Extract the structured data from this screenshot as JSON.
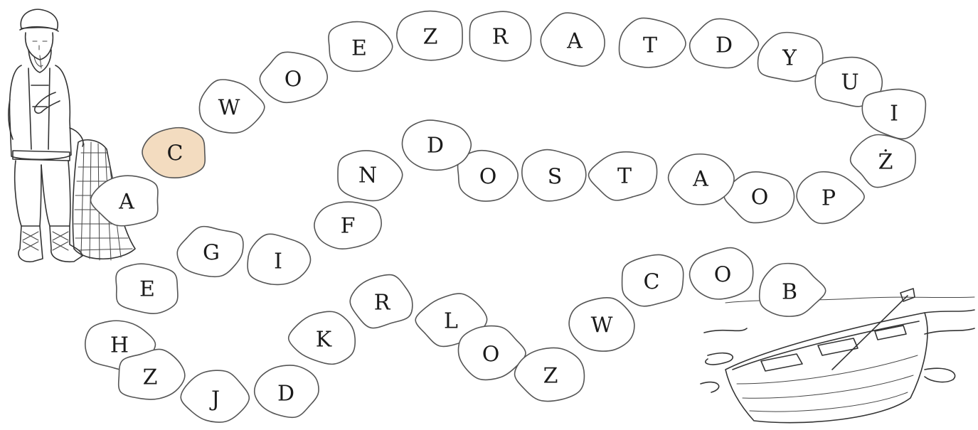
{
  "colors": {
    "stone_fill": "#ffffff",
    "stone_stroke": "#555555",
    "highlight_fill": "#f3dcc0",
    "letter": "#1a1a1a"
  },
  "illustrations": {
    "left": "fisherman-with-net",
    "right": "rowboat-on-water"
  },
  "path": {
    "stones": [
      {
        "letter": "A"
      },
      {
        "letter": "C",
        "highlighted": true
      },
      {
        "letter": "W"
      },
      {
        "letter": "O"
      },
      {
        "letter": "E"
      },
      {
        "letter": "Z"
      },
      {
        "letter": "R"
      },
      {
        "letter": "A"
      },
      {
        "letter": "T"
      },
      {
        "letter": "D"
      },
      {
        "letter": "Y"
      },
      {
        "letter": "U"
      },
      {
        "letter": "I"
      },
      {
        "letter": "Ż"
      },
      {
        "letter": "P"
      },
      {
        "letter": "O"
      },
      {
        "letter": "A"
      },
      {
        "letter": "T"
      },
      {
        "letter": "S"
      },
      {
        "letter": "O"
      },
      {
        "letter": "D"
      },
      {
        "letter": "N"
      },
      {
        "letter": "F"
      },
      {
        "letter": "I"
      },
      {
        "letter": "G"
      },
      {
        "letter": "E"
      },
      {
        "letter": "H"
      },
      {
        "letter": "Z"
      },
      {
        "letter": "J"
      },
      {
        "letter": "D"
      },
      {
        "letter": "K"
      },
      {
        "letter": "R"
      },
      {
        "letter": "L"
      },
      {
        "letter": "O"
      },
      {
        "letter": "Z"
      },
      {
        "letter": "W"
      },
      {
        "letter": "C"
      },
      {
        "letter": "O"
      },
      {
        "letter": "B"
      }
    ]
  }
}
